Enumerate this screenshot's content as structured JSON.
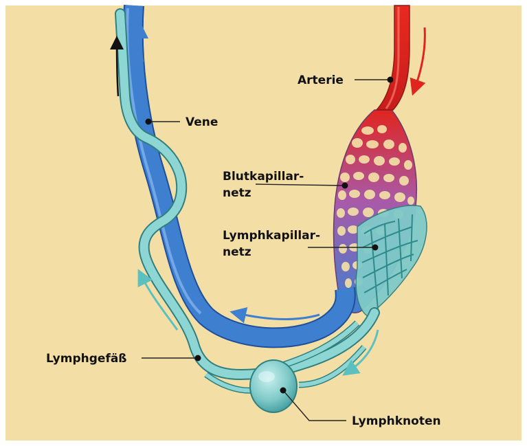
{
  "labels": {
    "artery": "Arterie",
    "vein": "Vene",
    "blood_capillary_line1": "Blutkapillar-",
    "blood_capillary_line2": "netz",
    "lymph_capillary_line1": "Lymphkapillar-",
    "lymph_capillary_line2": "netz",
    "lymph_vessel": "Lymphgefäß",
    "lymph_node": "Lymphknoten"
  },
  "colors": {
    "background": "#f3dfa6",
    "vein": "#3f7fd0",
    "artery": "#e0251f",
    "blood_capillary_mix": "#9d6ab8",
    "lymph": "#7fcac9",
    "lymph_dark": "#3f9a9b",
    "flow_arrow_blue": "#3f7fd0",
    "flow_arrow_red": "#e0251f",
    "flow_arrow_teal": "#5cc0c0"
  }
}
